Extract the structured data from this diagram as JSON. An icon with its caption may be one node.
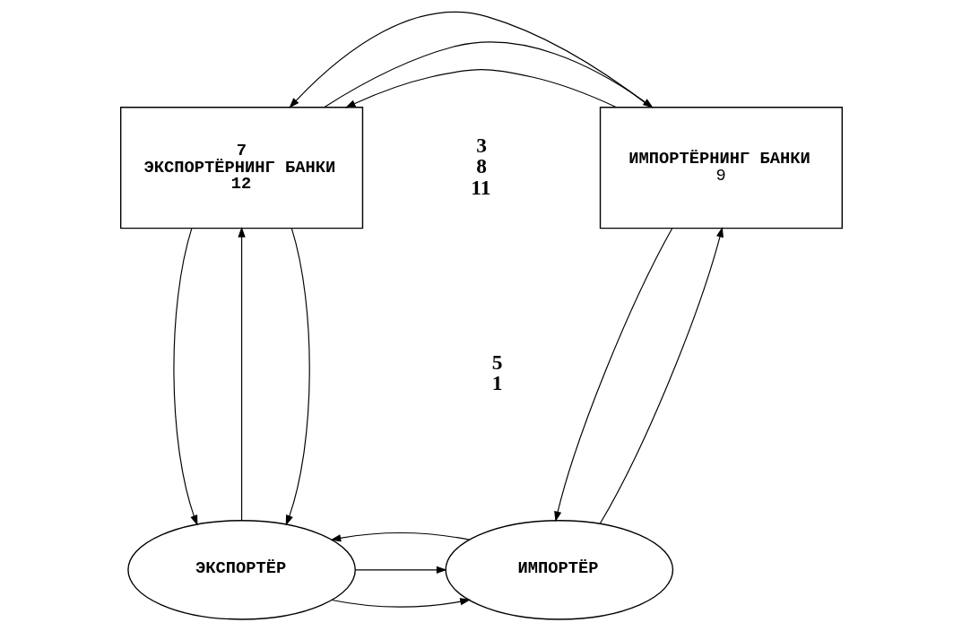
{
  "diagram": {
    "nodes": [
      {
        "text": [
          "7",
          "ЭКСПОРТЁРНИНГ БАНКИ",
          "12"
        ]
      },
      {
        "text": [
          "ИМПОРТЁРНИНГ БАНКИ",
          "9"
        ]
      },
      {
        "text": [
          "ЭКСПОРТЁР"
        ]
      },
      {
        "text": [
          "ИМПОРТЁР"
        ]
      }
    ],
    "edges": [
      {
        "from": 1,
        "to": 0,
        "arrow": "to"
      },
      {
        "from": 0,
        "to": 1,
        "arrow": "to"
      },
      {
        "from": 1,
        "to": 0,
        "arrow": "to"
      },
      {
        "from": 0,
        "to": 2,
        "arrow": "to"
      },
      {
        "from": 2,
        "to": 0,
        "arrow": "to"
      },
      {
        "from": 0,
        "to": 2,
        "arrow": "to"
      },
      {
        "from": 3,
        "to": 1,
        "arrow": "to"
      },
      {
        "from": 1,
        "to": 3,
        "arrow": "to"
      },
      {
        "from": 2,
        "to": 3,
        "arrow": "to"
      },
      {
        "from": 2,
        "to": 3,
        "arrow": "to"
      },
      {
        "from": 3,
        "to": 2,
        "arrow": "to"
      }
    ],
    "labels": [
      "3",
      "8",
      "11",
      "5",
      "1"
    ]
  }
}
